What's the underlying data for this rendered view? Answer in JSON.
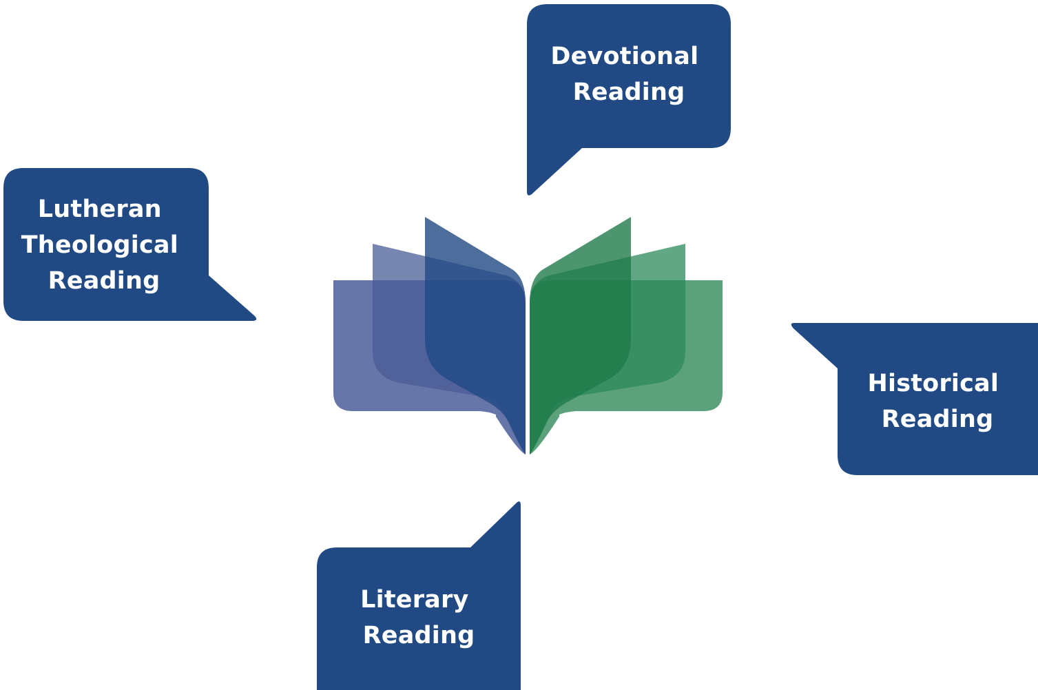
{
  "colors": {
    "bubble": "#214a85",
    "book_left_page": "#5767a0",
    "book_right_page": "#2f8a5e",
    "background": "#ffffff"
  },
  "center_icon": "open-book-icon",
  "bubbles": {
    "devotional": {
      "lines": [
        "Devotional",
        "Reading"
      ]
    },
    "lutheran": {
      "lines": [
        "Lutheran",
        "Theological",
        "Reading"
      ]
    },
    "historical": {
      "lines": [
        "Historical",
        "Reading"
      ]
    },
    "literary": {
      "lines": [
        "Literary",
        "Reading"
      ]
    }
  }
}
